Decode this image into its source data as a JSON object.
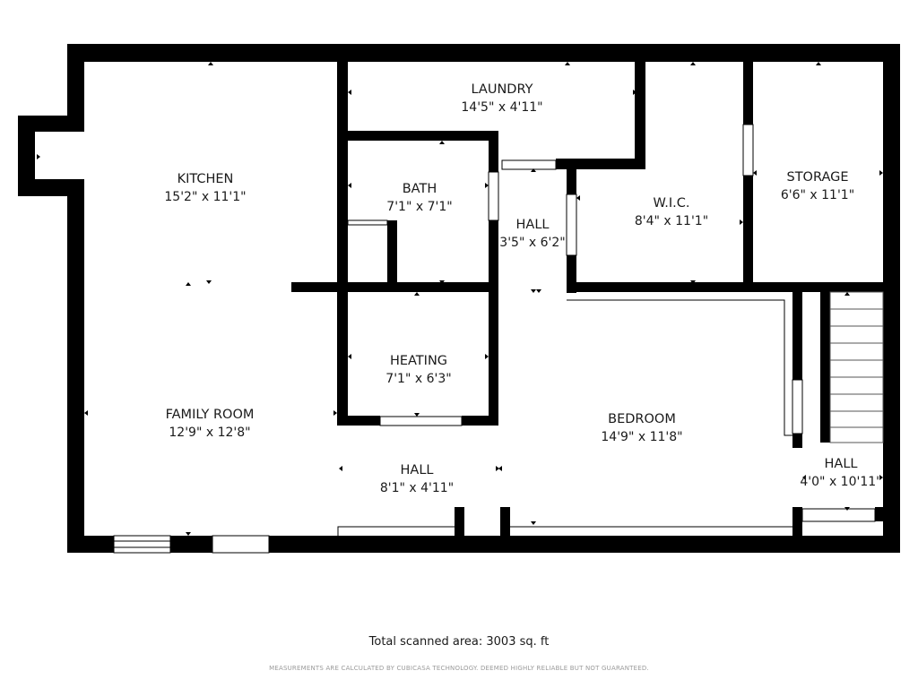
{
  "plan": {
    "wall_color": "#000000",
    "background": "#ffffff",
    "rooms": [
      {
        "key": "laundry",
        "name": "LAUNDRY",
        "dim": "14'5\" x 4'11\""
      },
      {
        "key": "kitchen",
        "name": "KITCHEN",
        "dim": "15'2\" x 11'1\""
      },
      {
        "key": "bath",
        "name": "BATH",
        "dim": "7'1\" x 7'1\""
      },
      {
        "key": "hall_center",
        "name": "HALL",
        "dim": "3'5\" x 6'2\""
      },
      {
        "key": "wic",
        "name": "W.I.C.",
        "dim": "8'4\" x 11'1\""
      },
      {
        "key": "storage",
        "name": "STORAGE",
        "dim": "6'6\" x 11'1\""
      },
      {
        "key": "heating",
        "name": "HEATING",
        "dim": "7'1\" x 6'3\""
      },
      {
        "key": "family_room",
        "name": "FAMILY ROOM",
        "dim": "12'9\" x 12'8\""
      },
      {
        "key": "bedroom",
        "name": "BEDROOM",
        "dim": "14'9\" x 11'8\""
      },
      {
        "key": "hall_bottom",
        "name": "HALL",
        "dim": "8'1\" x 4'11\""
      },
      {
        "key": "hall_right",
        "name": "HALL",
        "dim": "4'0\" x 10'11\""
      }
    ]
  },
  "footer": {
    "total_area": "Total scanned area: 3003 sq. ft",
    "disclaimer": "MEASUREMENTS ARE CALCULATED BY CUBICASA TECHNOLOGY. DEEMED HIGHLY RELIABLE BUT NOT GUARANTEED."
  }
}
